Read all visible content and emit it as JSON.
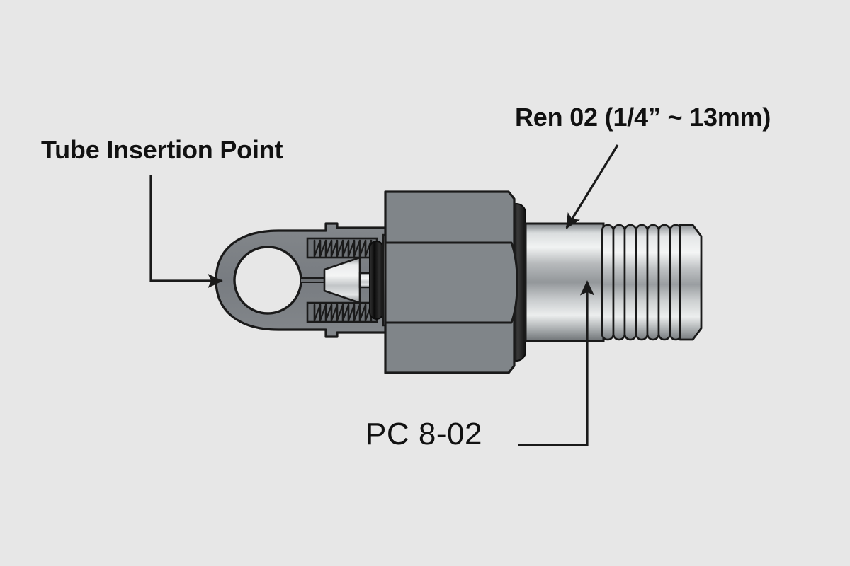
{
  "figure": {
    "title": "PC 8-02 pneumatic push-to-connect fitting cutaway diagram",
    "background_color": "#e7e7e7",
    "ink_color": "#1a1a1a"
  },
  "annotations": [
    {
      "id": "tube-insertion",
      "text": "Tube Insertion Point",
      "weight": "bold",
      "target": "release-collar-ring",
      "leader": "down-then-right-arrow"
    },
    {
      "id": "ren-02",
      "text": "Ren 02 (1/4” ~ 13mm)",
      "weight": "bold",
      "target": "male-thread-shank-top",
      "leader": "diagonal-down-left-arrow"
    },
    {
      "id": "pc-8-02",
      "text": "PC 8-02",
      "weight": "normal",
      "target": "male-thread-shank-bottom",
      "leader": "right-then-up-arrow"
    }
  ],
  "parts": [
    {
      "name": "release-collar-ring",
      "label": "Release collar / tube insertion ring",
      "color": "#7c8085"
    },
    {
      "name": "collar-body",
      "label": "Collar body",
      "color": "#7c8085"
    },
    {
      "name": "collet-spring-upper",
      "label": "Upper collet spring",
      "color": "#4a4d50"
    },
    {
      "name": "collet-spring-lower",
      "label": "Lower collet spring",
      "color": "#4a4d50"
    },
    {
      "name": "collet-cone",
      "label": "Tapered collet cone",
      "color": "#c9cbcc"
    },
    {
      "name": "o-ring-inner",
      "label": "Inner O-ring seal",
      "color": "#1c1c1c"
    },
    {
      "name": "hex-nut-body",
      "label": "Hex nut body",
      "color": "#7f8489"
    },
    {
      "name": "o-ring-outer",
      "label": "Outer sealing washer",
      "color": "#1c1c1c"
    },
    {
      "name": "smooth-shank",
      "label": "Smooth chrome shank",
      "color": "#b9bcbe"
    },
    {
      "name": "male-threads",
      "label": "Male pipe threads",
      "color": "#c2c5c7"
    },
    {
      "name": "thread-tip",
      "label": "Chamfered thread tip",
      "color": "#c2c5c7"
    }
  ],
  "colors": {
    "background": "#e7e7e7",
    "outline": "#1a1a1a",
    "body_gray": "#7c8085",
    "nut_gray": "#808589",
    "chrome_light": "#eceeef",
    "chrome_mid": "#9ea2a5",
    "chrome_dark": "#6e7275",
    "oring_black": "#161616"
  }
}
